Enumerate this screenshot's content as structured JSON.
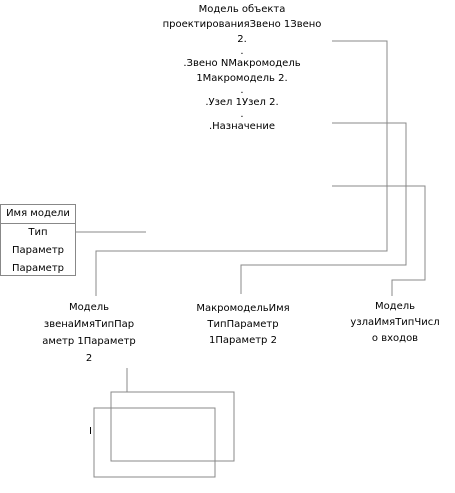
{
  "title_block": {
    "line1": "Модель объекта",
    "line2": "проектированияЗвено 1Звено",
    "line3": "2.",
    "dot1": ".",
    "line4": ".Звено NМакромодель",
    "line5": "1Макромодель 2.",
    "dot2": ".",
    "line6": ".Узел 1Узел 2.",
    "dot3": ".",
    "line7": ".Назначение"
  },
  "entity": {
    "header": "Имя модели",
    "rows": [
      "Тип",
      "Параметр",
      "Параметр"
    ]
  },
  "link_model": {
    "line1": "Модель",
    "line2": "звенаИмяТипПар",
    "line3": "аметр 1Параметр",
    "line4": "2"
  },
  "macro_model": {
    "line1": "МакромодельИмя",
    "line2": "ТипПараметр",
    "line3": "1Параметр 2"
  },
  "node_model": {
    "line1": "Модель",
    "line2": "узлаИмяТипЧисл",
    "line3": "о входов"
  },
  "fragment": {
    "glyph": "I"
  }
}
